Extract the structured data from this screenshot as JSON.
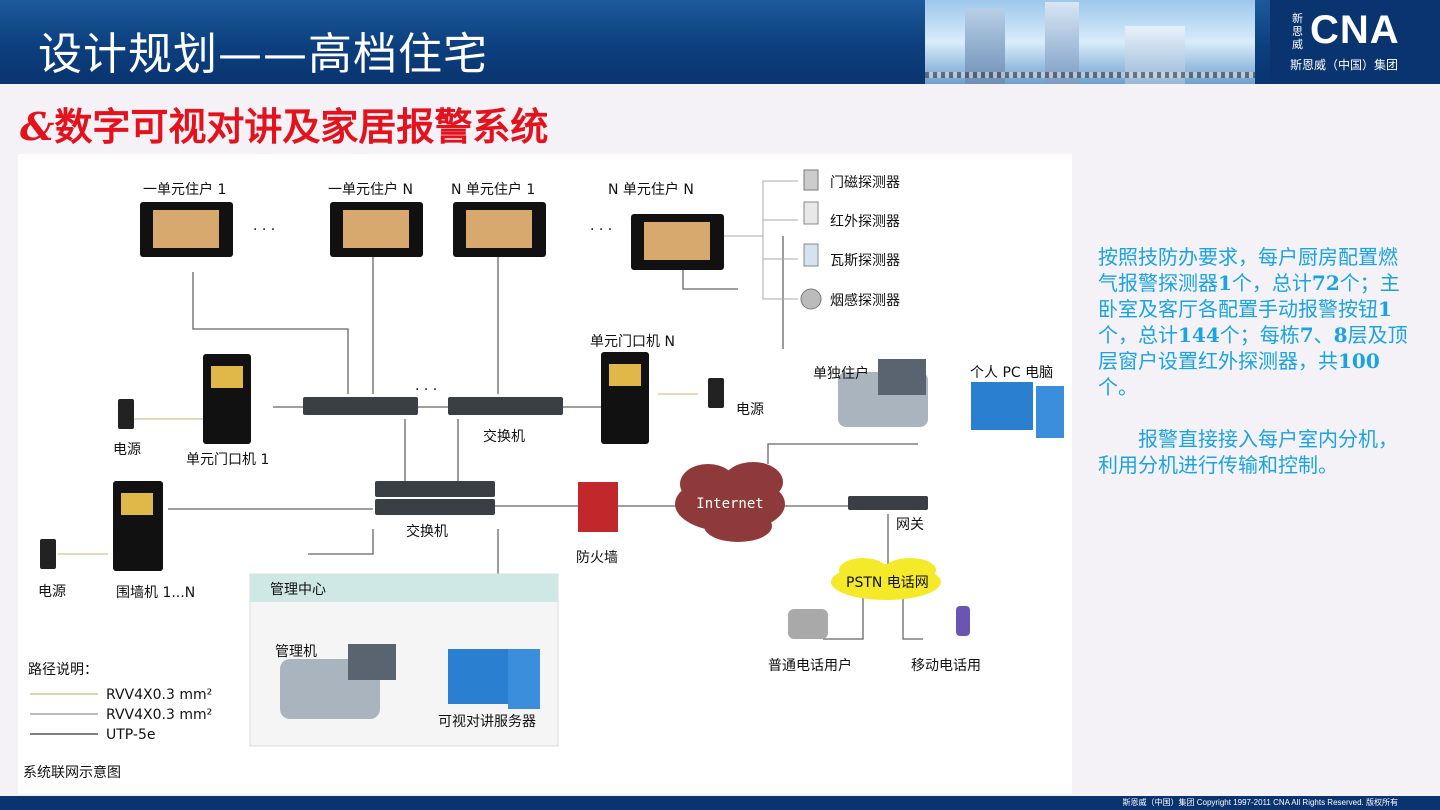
{
  "header": {
    "title": "设计规划——高档住宅",
    "logo_small": "新思威",
    "logo_text": "CNA",
    "logo_sub": "斯恩威（中国）集团"
  },
  "subtitle": {
    "bullet": "&",
    "text": "数字可视对讲及家居报警系统"
  },
  "diagram": {
    "labels": {
      "unit1_household1": "一单元住户 1",
      "unit1_householdN": "一单元住户 N",
      "unitN_household1": "N 单元住户 1",
      "unitN_householdN": "N 单元住户 N",
      "ellipsis": "· · ·",
      "door_detector": "门磁探测器",
      "ir_detector": "红外探测器",
      "gas_detector": "瓦斯探测器",
      "smoke_detector": "烟感探测器",
      "unit_door_n": "单元门口机 N",
      "unit_door_1": "单元门口机 1",
      "power": "电源",
      "switch": "交换机",
      "independent_household": "单独住户",
      "personal_pc": "个人 PC 电脑",
      "internet": "Internet",
      "firewall": "防火墙",
      "gateway": "网关",
      "wall_unit": "围墙机 1...N",
      "pstn": "PSTN 电话网",
      "management_center": "管理中心",
      "management_unit": "管理机",
      "video_server": "可视对讲服务器",
      "phone_user": "普通电话用户",
      "mobile_user": "移动电话用",
      "legend_title": "路径说明：",
      "legend_1": "RVV4X0.3 mm²",
      "legend_2": "RVV4X0.3 mm²",
      "legend_3": "UTP-5e",
      "caption": "系统联网示意图"
    }
  },
  "side_text": {
    "p1_a": "按照技防办要求，每户厨房配置燃气报警探测器",
    "p1_n1": "1",
    "p1_b": "个，总计",
    "p1_n2": "72",
    "p1_c": "个；主卧室及客厅各配置手动报警按钮",
    "p1_n3": "1",
    "p1_d": "个，总计",
    "p1_n4": "144",
    "p1_e": "个；每栋",
    "p1_n5": "7",
    "p1_f": "、",
    "p1_n6": "8",
    "p1_g": "层及顶层窗户设置红外探测器，共",
    "p1_n7": "100",
    "p1_h": "个。",
    "p2": "报警直接接入每户室内分机，利用分机进行传输和控制。"
  },
  "footer": {
    "text": "斯恩威（中国）集团 Copyright 1997-2011 CNA All Rights Reserved. 版权所有"
  },
  "colors": {
    "header_bg": "#0c3f7e",
    "subtitle": "#e3121d",
    "side_text": "#1aa3e2"
  }
}
